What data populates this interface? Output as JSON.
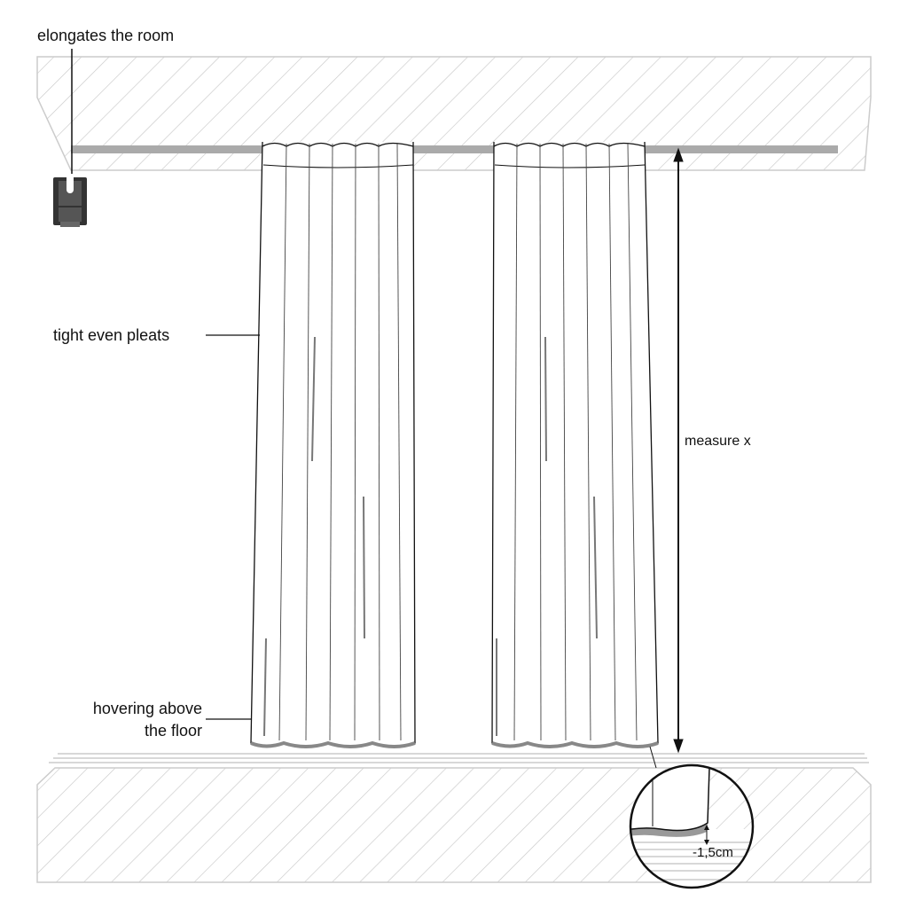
{
  "labels": {
    "elongates": "elongates the room",
    "pleats": "tight even pleats",
    "hovering_line1": "hovering above",
    "hovering_line2": "the floor",
    "measure": "measure x",
    "gap": "-1,5cm"
  },
  "colors": {
    "rod": "#aaaaaa",
    "hatch": "#c8c8c8",
    "outline": "#111111",
    "glider": "#333333",
    "hem_shadow": "#999999"
  }
}
